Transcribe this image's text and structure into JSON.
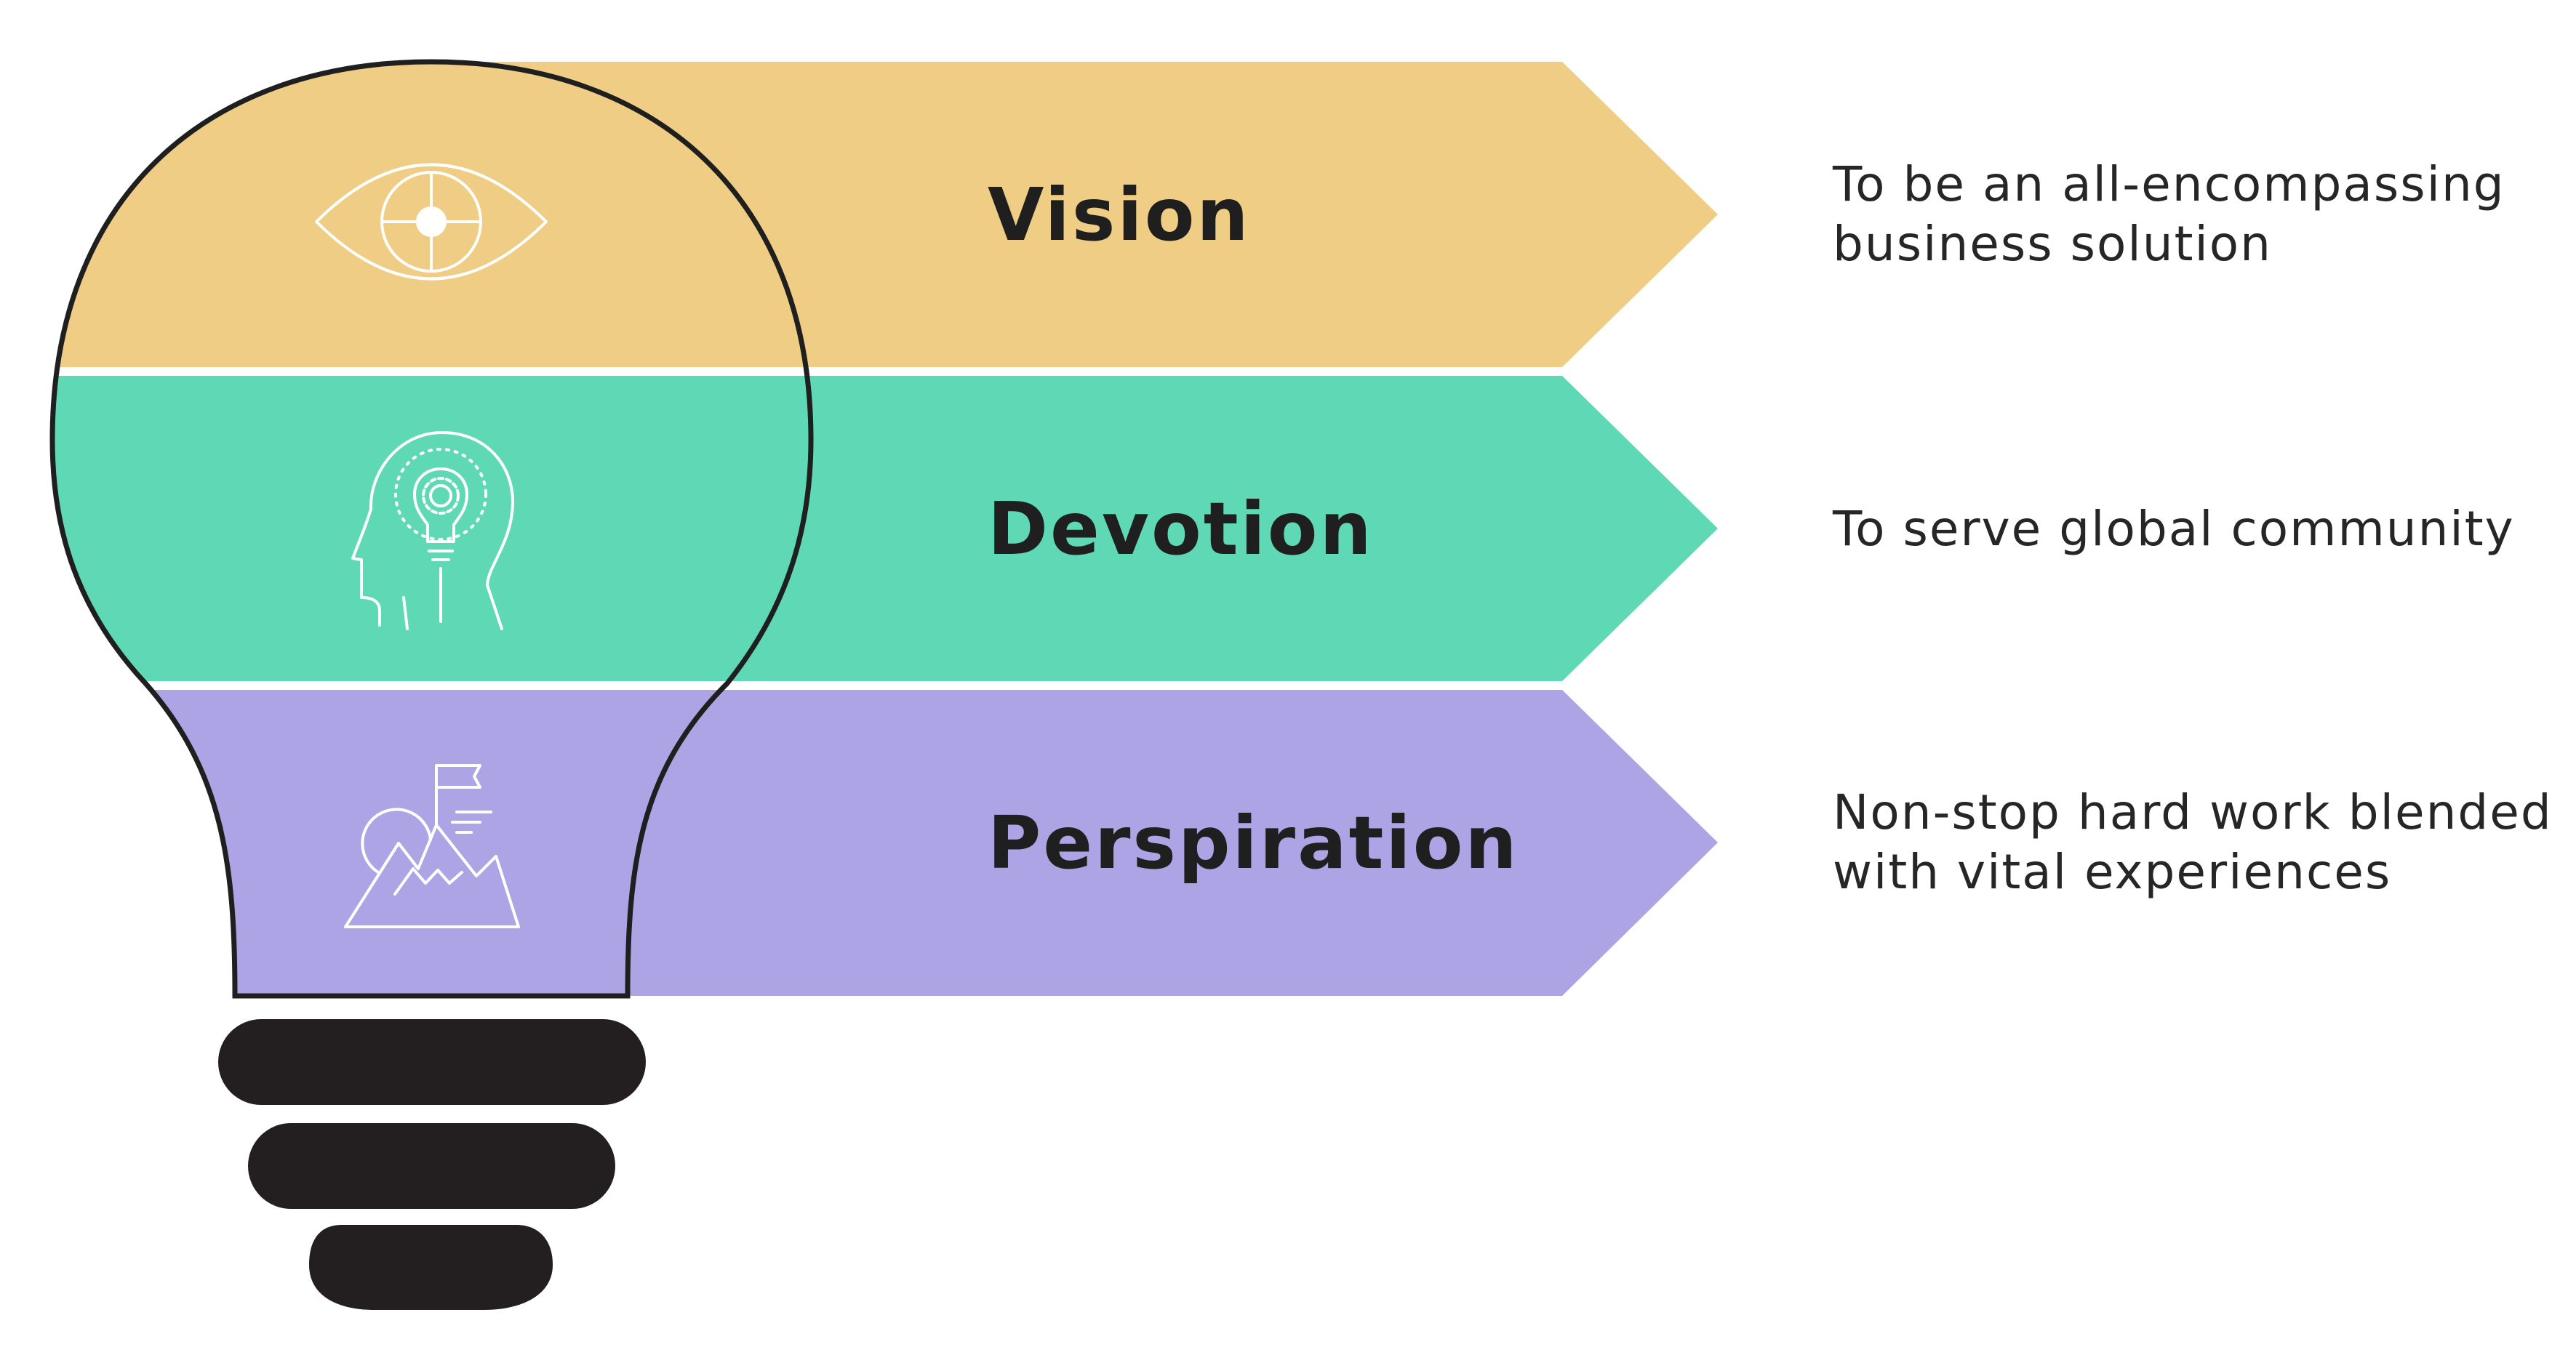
{
  "colors": {
    "vision": "#efcd84",
    "devotion": "#5fd9b5",
    "perspiration": "#ada4e5",
    "outline": "#1f1f1f",
    "icon_stroke": "#ffffff"
  },
  "rows": [
    {
      "key": "vision",
      "title": "Vision",
      "icon": "eye-target-icon",
      "desc_lines": [
        "To be an all-encompassing",
        "business solution"
      ]
    },
    {
      "key": "devotion",
      "title": "Devotion",
      "icon": "head-lightbulb-gear-icon",
      "desc_lines": [
        "To serve global community"
      ]
    },
    {
      "key": "perspiration",
      "title": "Perspiration",
      "icon": "mountain-flag-icon",
      "desc_lines": [
        "Non-stop hard work blended",
        "with vital experiences"
      ]
    }
  ]
}
